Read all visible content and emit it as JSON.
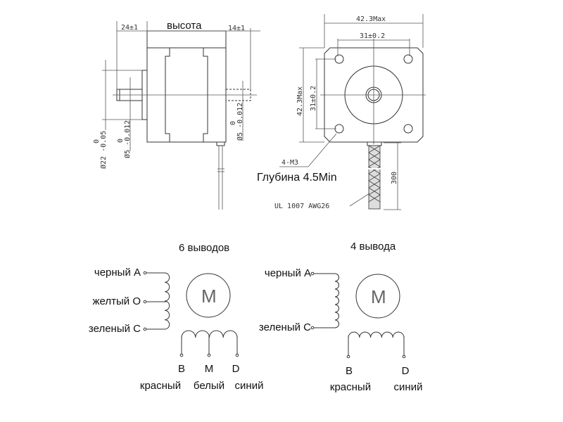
{
  "side_view": {
    "height_label": "высота",
    "dim_rear": "24±1",
    "dim_shaft": "14±1",
    "dim_boss_diameter": "Ø22 -0.05",
    "dim_boss_tol_top": "0",
    "dim_shaft_diameter_left": "Ø5 -0.012",
    "dim_shaft_tol_top_left": "0",
    "dim_shaft_diameter_right": "Ø5 -0.012",
    "dim_shaft_tol_top_right": "0"
  },
  "front_view": {
    "dim_width": "42.3Max",
    "dim_hole_spacing_h": "31±0.2",
    "dim_height": "42.3Max",
    "dim_hole_spacing_v": "31±0.2",
    "holes_label": "4-M3",
    "depth_label": "Глубина 4.5Min",
    "cable_length": "300",
    "cable_label": "UL 1007 AWG26"
  },
  "wiring_6": {
    "title": "6 выводов",
    "motor": "M",
    "left_leads": [
      "черный A",
      "желтый O",
      "зеленый C"
    ],
    "bottom_letters": [
      "B",
      "M",
      "D"
    ],
    "bottom_colors": [
      "красный",
      "белый",
      "синий"
    ]
  },
  "wiring_4": {
    "title": "4 вывода",
    "motor": "M",
    "left_leads": [
      "черный A",
      "зеленый C"
    ],
    "bottom_letters": [
      "B",
      "D"
    ],
    "bottom_colors": [
      "красный",
      "синий"
    ]
  }
}
